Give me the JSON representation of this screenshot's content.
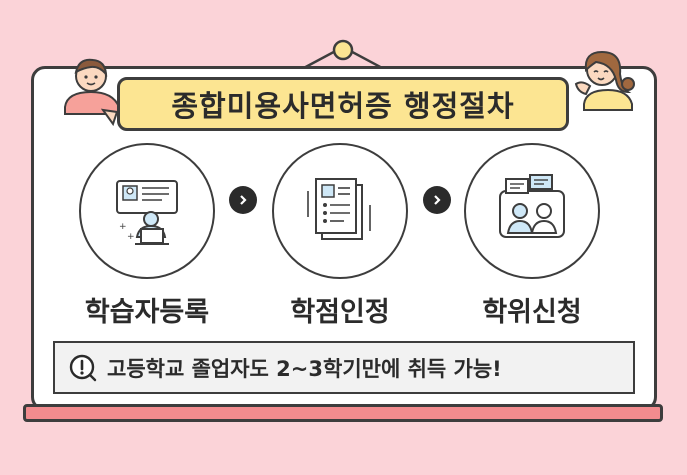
{
  "title": "종합미용사면허증 행정절차",
  "steps": [
    {
      "label": "학습자등록",
      "icon": "online-registration-icon"
    },
    {
      "label": "학점인정",
      "icon": "document-checklist-icon"
    },
    {
      "label": "학위신청",
      "icon": "degree-consultation-icon"
    }
  ],
  "notice": {
    "icon": "exclamation-circle-icon",
    "text": "고등학교 졸업자도 2~3학기만에 취득 가능!"
  },
  "colors": {
    "background": "#FBD3D8",
    "title_banner": "#FCE592",
    "ledge": "#F28B8E",
    "outline": "#3D3D3D"
  }
}
